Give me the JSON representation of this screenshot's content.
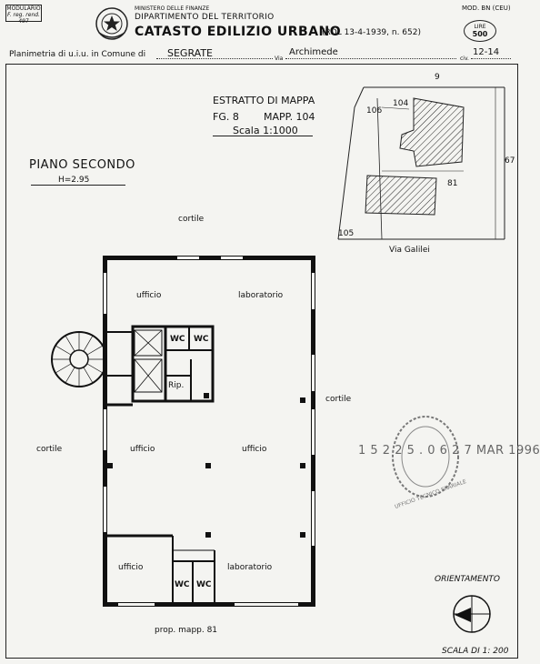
{
  "header": {
    "modulario_line1": "MODULARIO",
    "modulario_line2": "F. reg. rend. 497",
    "ministry": "MINISTERO DELLE FINANZE",
    "department": "DIPARTIMENTO DEL TERRITORIO",
    "title": "CATASTO EDILIZIO URBANO",
    "decree": "(RDL 13-4-1939, n. 652)",
    "model": "MOD. BN (CEU)",
    "stamp_lire": "LIRE",
    "stamp_value": "500"
  },
  "location": {
    "label_planimetria": "Planimetria di u.i.u. in Comune di",
    "comune": "SEGRATE",
    "label_via": "Via",
    "via": "Archimede",
    "label_civ": "civ.",
    "civ": "12-14"
  },
  "map_extract": {
    "title": "ESTRATTO DI MAPPA",
    "foglio": "FG. 8",
    "mappale": "MAPP. 104",
    "scale": "Scala 1:1000",
    "parcel_9": "9",
    "parcel_104": "104",
    "parcel_106": "106",
    "parcel_67": "67",
    "parcel_81": "81",
    "parcel_105": "105",
    "street": "Via Galilei"
  },
  "floor": {
    "name": "PIANO SECONDO",
    "height": "H=2.95"
  },
  "rooms": {
    "cortile_top": "cortile",
    "cortile_right": "cortile",
    "cortile_left": "cortile",
    "ufficio_top": "ufficio",
    "laboratorio_top": "laboratorio",
    "wc_1": "WC",
    "wc_2": "WC",
    "rip": "Rip.",
    "ufficio_mid_left": "ufficio",
    "ufficio_mid_right": "ufficio",
    "ufficio_bottom": "ufficio",
    "wc_3": "WC",
    "wc_4": "WC",
    "laboratorio_bottom": "laboratorio",
    "neighbor": "prop. mapp. 81"
  },
  "stamp": {
    "date_text": "1 5 2 2 5 . 0 6 2 7 MAR 1996",
    "ring_text": "UFFICIO TECNICO ERARIALE"
  },
  "footer": {
    "orientation": "ORIENTAMENTO",
    "scale": "SCALA DI 1: 200"
  }
}
